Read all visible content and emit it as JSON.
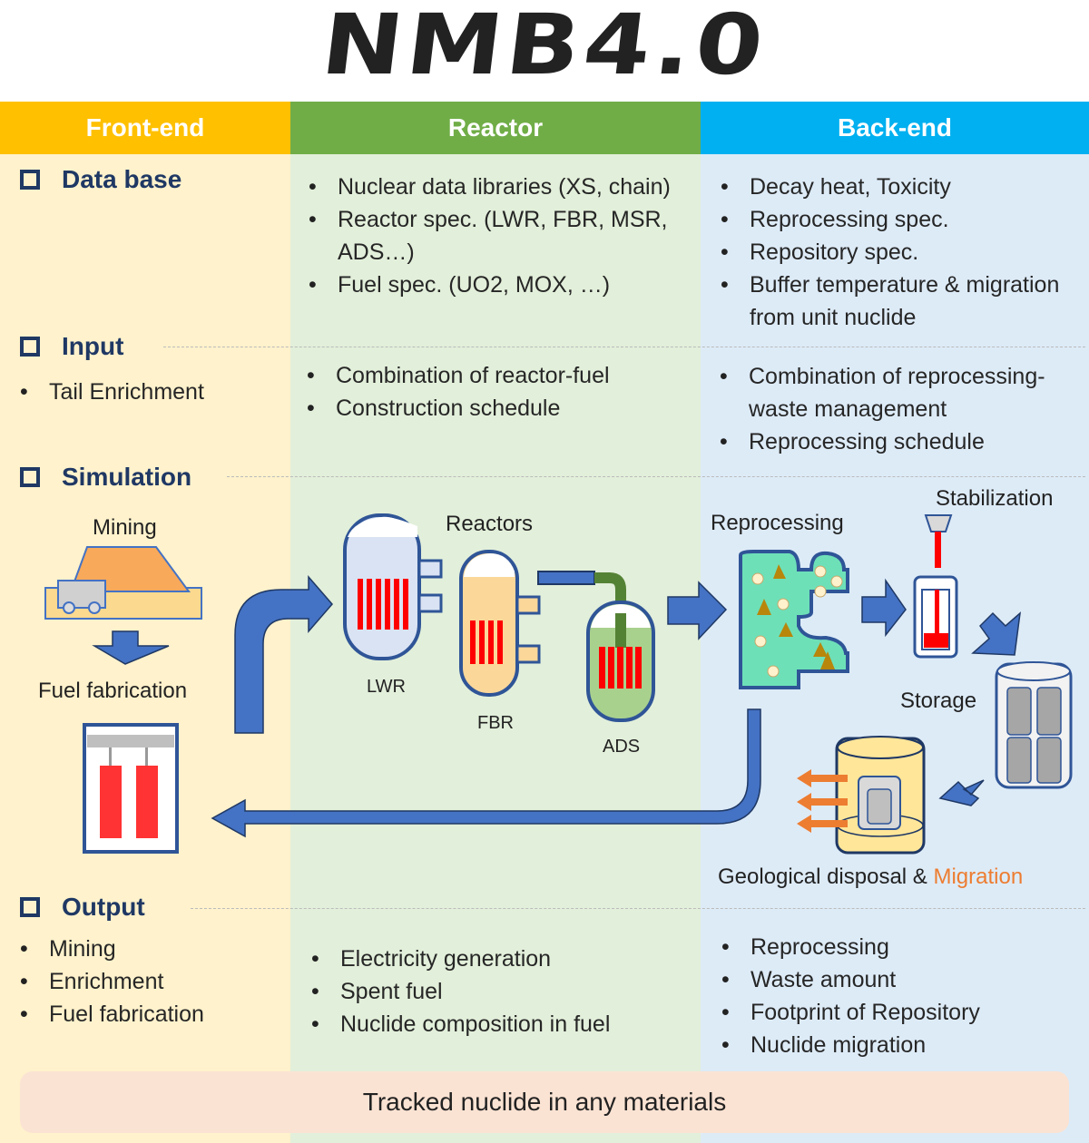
{
  "title": "NMB4.0",
  "columns": {
    "front": "Front-end",
    "reactor": "Reactor",
    "back": "Back-end"
  },
  "colors": {
    "front_header": "#FFC000",
    "reactor_header": "#70AD47",
    "back_header": "#00B0F0",
    "front_bg": "#FFF2CC",
    "reactor_bg": "#E2EFDA",
    "back_bg": "#DDEBF7",
    "arrow": "#4472C4",
    "migration": "#ED7D31"
  },
  "sections": {
    "database": {
      "label": "Data base",
      "reactor": [
        "Nuclear data libraries (XS, chain)",
        "Reactor spec. (LWR, FBR, MSR, ADS…)",
        "Fuel spec. (UO2, MOX, …)"
      ],
      "back": [
        "Decay heat, Toxicity",
        "Reprocessing spec.",
        "Repository spec.",
        "Buffer temperature & migration from unit nuclide"
      ]
    },
    "input": {
      "label": "Input",
      "front": [
        "Tail Enrichment"
      ],
      "reactor": [
        "Combination of reactor-fuel",
        "Construction schedule"
      ],
      "back": [
        "Combination of reprocessing-waste management",
        "Reprocessing schedule"
      ]
    },
    "simulation": {
      "label": "Simulation",
      "labels": {
        "mining": "Mining",
        "fuel_fabrication": "Fuel fabrication",
        "reactors": "Reactors",
        "lwr": "LWR",
        "fbr": "FBR",
        "ads": "ADS",
        "reprocessing": "Reprocessing",
        "stabilization": "Stabilization",
        "storage": "Storage",
        "geological": "Geological disposal & ",
        "migration": "Migration"
      }
    },
    "output": {
      "label": "Output",
      "front": [
        "Mining",
        "Enrichment",
        "Fuel fabrication"
      ],
      "reactor": [
        "Electricity generation",
        "Spent fuel",
        "Nuclide composition in fuel"
      ],
      "back": [
        "Reprocessing",
        "Waste amount",
        "Footprint of Repository",
        "Nuclide migration"
      ]
    }
  },
  "footer": "Tracked nuclide in any materials"
}
